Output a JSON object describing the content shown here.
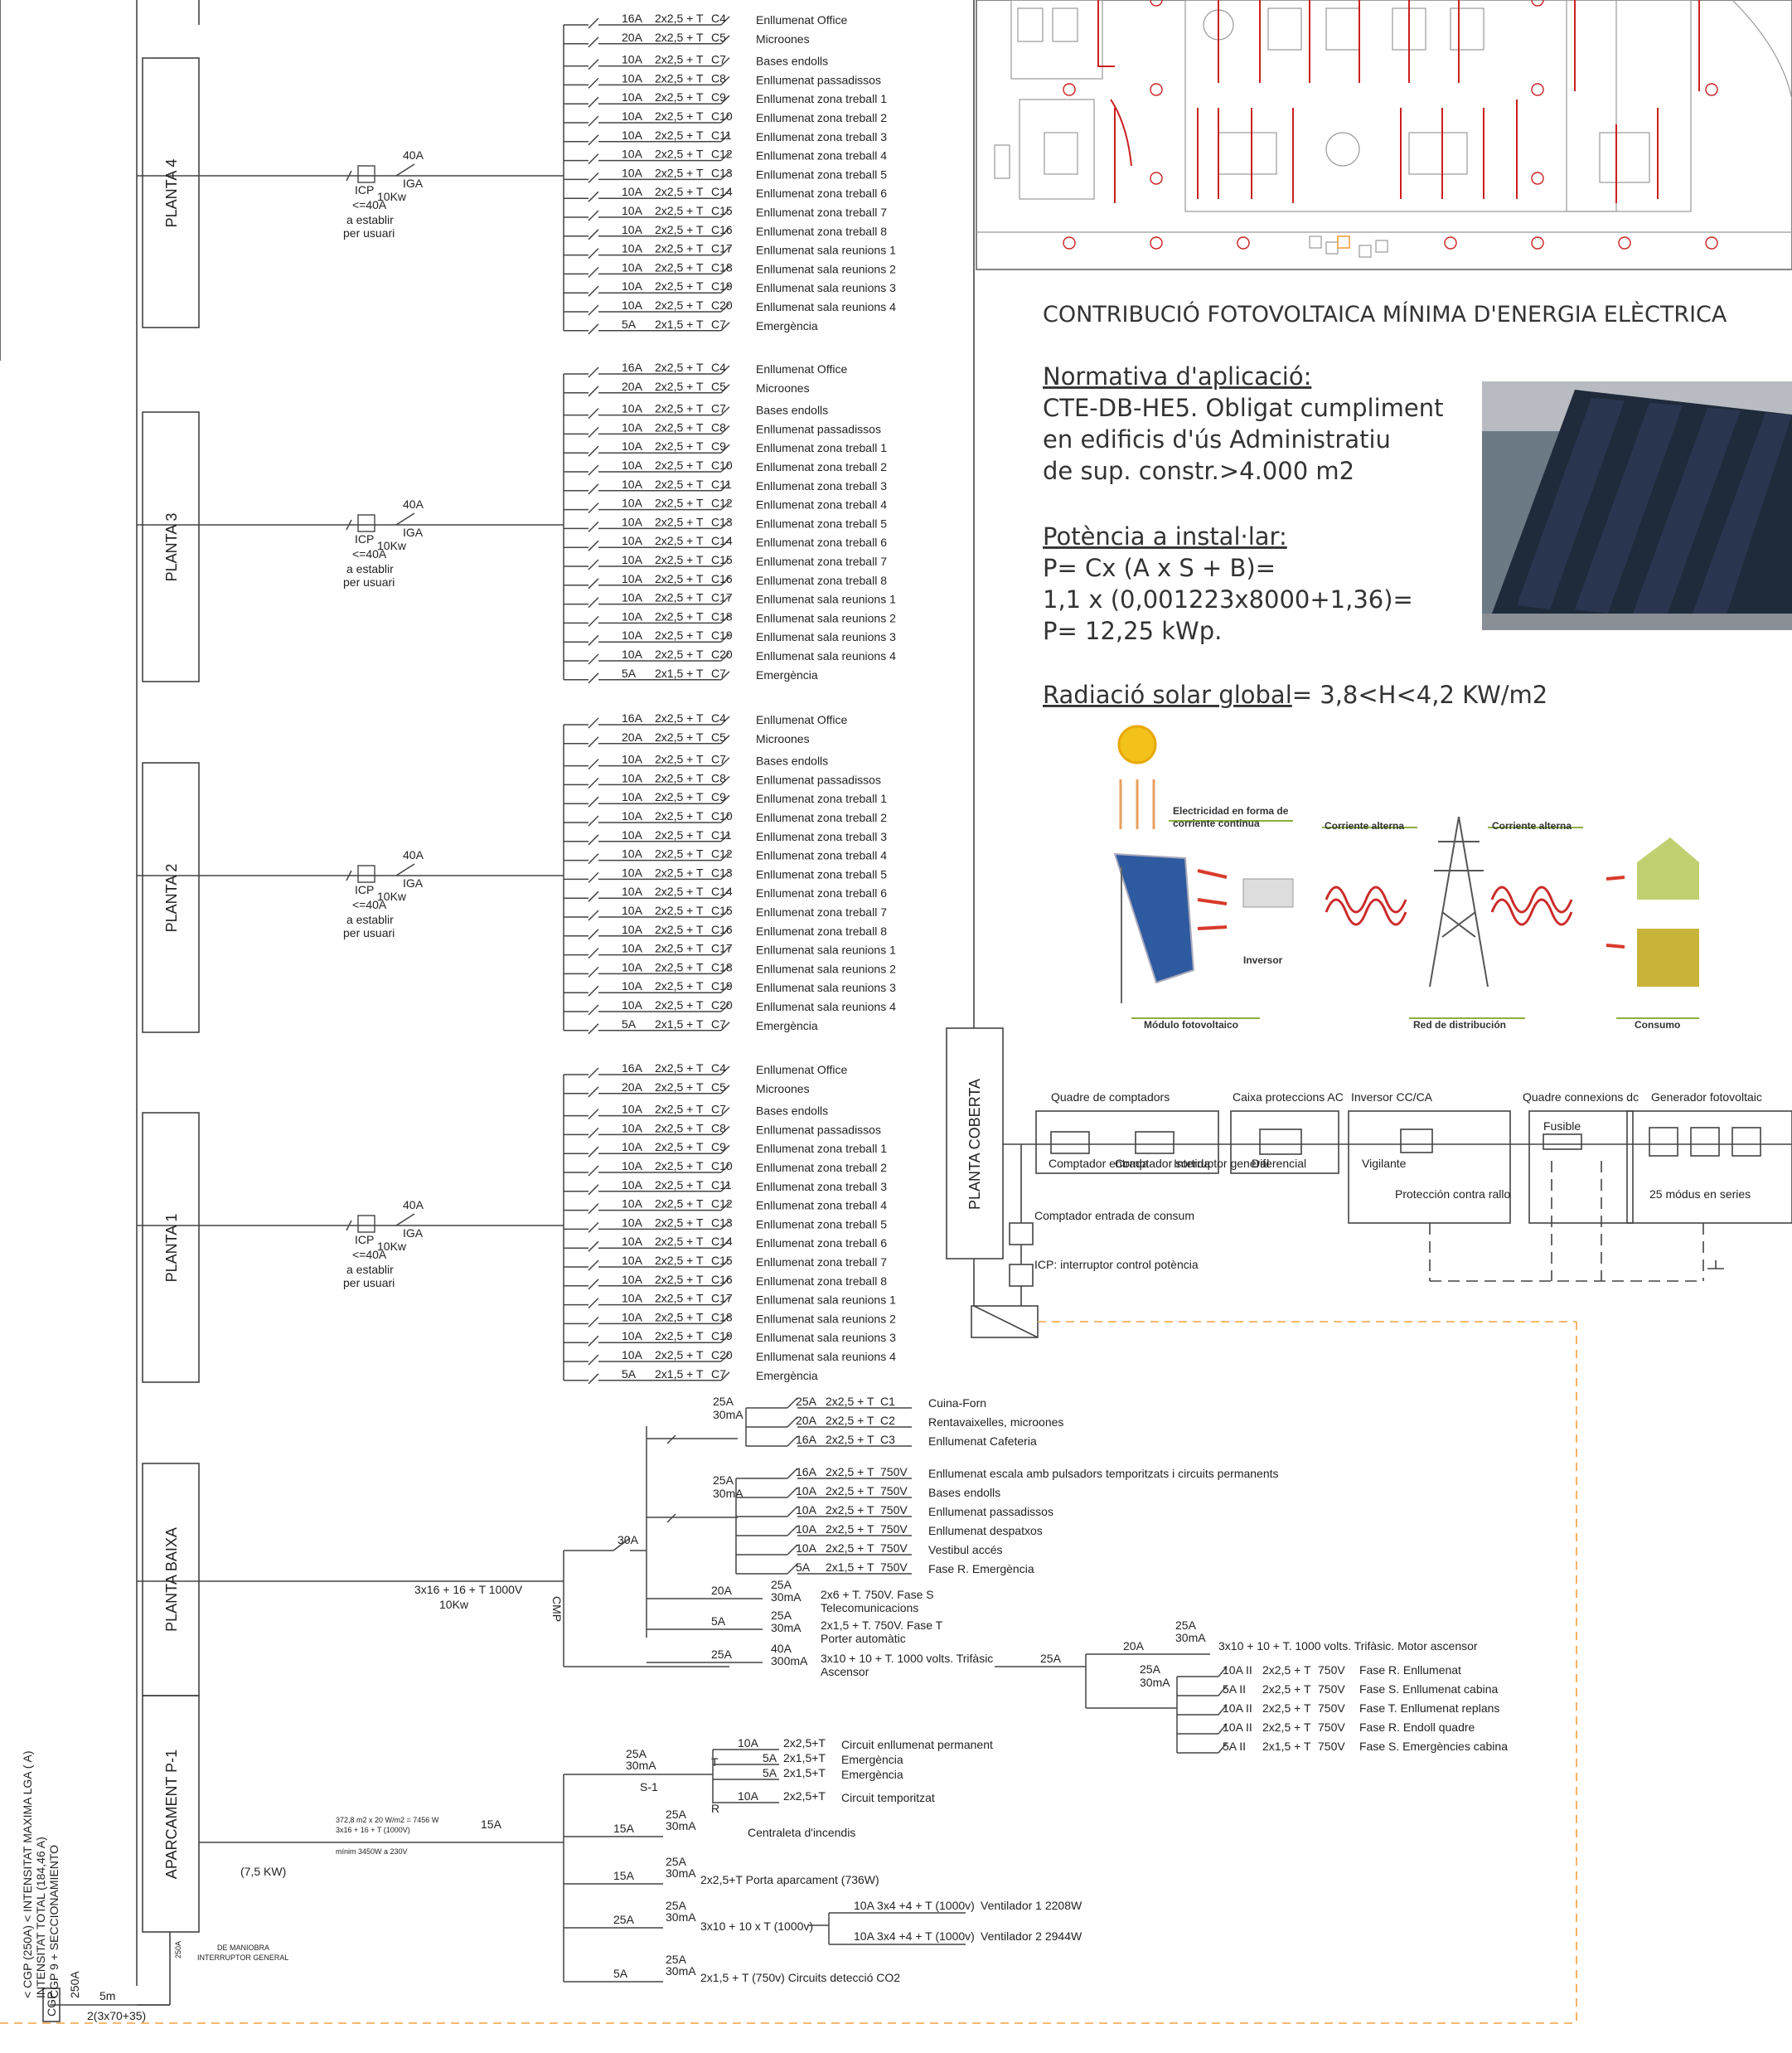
{
  "circuit_block": [
    {
      "amp": "16A",
      "cable": "2x2,5 + T",
      "code": "C4",
      "desc": "Enllumenat Office"
    },
    {
      "amp": "20A",
      "cable": "2x2,5 + T",
      "code": "C5",
      "desc": "Microones"
    },
    {
      "amp": "10A",
      "cable": "2x2,5 + T",
      "code": "C7",
      "desc": "Bases endolls"
    },
    {
      "amp": "10A",
      "cable": "2x2,5 + T",
      "code": "C8",
      "desc": "Enllumenat passadissos"
    },
    {
      "amp": "10A",
      "cable": "2x2,5 + T",
      "code": "C9",
      "desc": "Enllumenat zona treball 1"
    },
    {
      "amp": "10A",
      "cable": "2x2,5 + T",
      "code": "C10",
      "desc": "Enllumenat zona treball 2"
    },
    {
      "amp": "10A",
      "cable": "2x2,5 + T",
      "code": "C11",
      "desc": "Enllumenat zona treball 3"
    },
    {
      "amp": "10A",
      "cable": "2x2,5 + T",
      "code": "C12",
      "desc": "Enllumenat zona treball 4"
    },
    {
      "amp": "10A",
      "cable": "2x2,5 + T",
      "code": "C13",
      "desc": "Enllumenat zona treball 5"
    },
    {
      "amp": "10A",
      "cable": "2x2,5 + T",
      "code": "C14",
      "desc": "Enllumenat zona treball 6"
    },
    {
      "amp": "10A",
      "cable": "2x2,5 + T",
      "code": "C15",
      "desc": "Enllumenat zona treball 7"
    },
    {
      "amp": "10A",
      "cable": "2x2,5 + T",
      "code": "C16",
      "desc": "Enllumenat zona treball 8"
    },
    {
      "amp": "10A",
      "cable": "2x2,5 + T",
      "code": "C17",
      "desc": "Enllumenat sala reunions 1"
    },
    {
      "amp": "10A",
      "cable": "2x2,5 + T",
      "code": "C18",
      "desc": "Enllumenat sala reunions 2"
    },
    {
      "amp": "10A",
      "cable": "2x2,5 + T",
      "code": "C19",
      "desc": "Enllumenat sala reunions 3"
    },
    {
      "amp": "10A",
      "cable": "2x2,5 + T",
      "code": "C20",
      "desc": "Enllumenat sala reunions 4"
    },
    {
      "amp": "5A",
      "cable": "2x1,5 + T",
      "code": "C7",
      "desc": "Emergència"
    }
  ],
  "floor_common": {
    "igа": "40A",
    "iga": "IGA",
    "icp": "ICP",
    "icp_rating": "<=40A",
    "power": "10Kw",
    "note1": "a establir",
    "note2": "per usuari"
  },
  "floors": [
    {
      "name": "PLANTA 4"
    },
    {
      "name": "PLANTA 3"
    },
    {
      "name": "PLANTA 2"
    },
    {
      "name": "PLANTA 1"
    }
  ],
  "ground": {
    "name": "PLANTA BAIXA",
    "feeder": "3x16 + 16 + T 1000V",
    "feeder_power": "10Kw",
    "main_amp": "30A",
    "cmp": "CMP",
    "group1": {
      "amp": "25A",
      "rcd": "30mA",
      "items": [
        {
          "amp": "25A",
          "cable": "2x2,5 + T",
          "code": "C1",
          "desc": "Cuina-Forn"
        },
        {
          "amp": "20A",
          "cable": "2x2,5 + T",
          "code": "C2",
          "desc": "Rentavaixelles, microones"
        },
        {
          "amp": "16A",
          "cable": "2x2,5 + T",
          "code": "C3",
          "desc": "Enllumenat Cafeteria"
        }
      ]
    },
    "group2": {
      "amp": "25A",
      "rcd": "30mA",
      "items": [
        {
          "amp": "16A",
          "cable": "2x2,5 + T",
          "code": "750V",
          "desc": "Enllumenat escala amb pulsadors temporitzats i circuits permanents"
        },
        {
          "amp": "10A",
          "cable": "2x2,5 + T",
          "code": "750V",
          "desc": "Bases endolls"
        },
        {
          "amp": "10A",
          "cable": "2x2,5 + T",
          "code": "750V",
          "desc": "Enllumenat passadissos"
        },
        {
          "amp": "10A",
          "cable": "2x2,5 + T",
          "code": "750V",
          "desc": "Enllumenat despatxos"
        },
        {
          "amp": "10A",
          "cable": "2x2,5 + T",
          "code": "750V",
          "desc": "Vestibul accés"
        },
        {
          "amp": "5A",
          "cable": "2x1,5 + T",
          "code": "750V",
          "desc": "Fase R. Emergència"
        }
      ]
    },
    "tele": {
      "amp": "20A",
      "rcd_a": "25A",
      "rcd_b": "30mA",
      "l1": "2x6 + T. 750V. Fase S",
      "l2": "Telecomunicacions"
    },
    "porter": {
      "amp": "5A",
      "rcd_a": "25A",
      "rcd_b": "30mA",
      "l1": "2x1,5 + T. 750V. Fase T",
      "l2": "Porter automàtic"
    },
    "asc": {
      "amp": "25A",
      "rcd_a": "40A",
      "rcd_b": "300mA",
      "l1": "3x10 + 10 + T. 1000 volts. Trifàsic",
      "l2": "Ascensor",
      "out_amp": "25A"
    },
    "asc_sub": {
      "motor": {
        "amp": "20A",
        "rcd_a": "25A",
        "rcd_b": "30mA",
        "desc": "3x10 + 10 + T. 1000 volts. Trifàsic. Motor ascensor"
      },
      "cab": {
        "rcd_a": "25A",
        "rcd_b": "30mA",
        "items": [
          {
            "amp": "10A II",
            "cable": "2x2,5 + T",
            "code": "750V",
            "desc": "Fase R. Enllumenat"
          },
          {
            "amp": "5A II",
            "cable": "2x2,5 + T",
            "code": "750V",
            "desc": "Fase S. Enllumenat cabina"
          },
          {
            "amp": "10A II",
            "cable": "2x2,5 + T",
            "code": "750V",
            "desc": "Fase T. Enllumenat replans"
          },
          {
            "amp": "10A II",
            "cable": "2x2,5 + T",
            "code": "750V",
            "desc": "Fase R. Endoll quadre"
          },
          {
            "amp": "5A II",
            "cable": "2x1,5 + T",
            "code": "750V",
            "desc": "Fase S. Emergències cabina"
          }
        ]
      }
    }
  },
  "parking": {
    "name": "APARCAMENT P-1",
    "calc1": "372,8 m2 x 20 W/m2 = 7456 W",
    "calc2": "3x16 + 16 + T (1000V)",
    "calc3": "mínim 3450W a 230V",
    "power": "(7,5 KW)",
    "main_amp": "15A",
    "s1": {
      "amp": "25A",
      "rcd": "30mA",
      "label": "S-1",
      "t": "T",
      "r": "R",
      "items": [
        {
          "amp": "10A",
          "cable": "2x2,5+T",
          "desc": "Circuit enllumenat permanent"
        },
        {
          "amp": "5A",
          "cable": "2x1,5+T",
          "desc": "Emergència"
        },
        {
          "amp": "5A",
          "cable": "2x1,5+T",
          "desc": "Emergència"
        },
        {
          "amp": "10A",
          "cable": "2x2,5+T",
          "desc": "Circuit temporitzat"
        }
      ]
    },
    "incendis": {
      "amp": "15A",
      "rcd_a": "25A",
      "rcd_b": "30mA",
      "desc": "Centraleta d'incendis"
    },
    "porta": {
      "amp": "15A",
      "rcd_a": "25A",
      "rcd_b": "30mA",
      "desc": "2x2,5+T  Porta aparcament (736W)"
    },
    "vent": {
      "amp": "25A",
      "rcd_a": "25A",
      "rcd_b": "30mA",
      "cable": "3x10 + 10 x T (1000v)",
      "v1a": "10A 3x4 +4 + T (1000v)",
      "v1b": "Ventilador 1  2208W",
      "v2a": "10A 3x4 +4 + T (1000v)",
      "v2b": "Ventilador 2  2944W"
    },
    "co2": {
      "amp": "5A",
      "rcd_a": "25A",
      "rcd_b": "30mA",
      "desc": "2x1,5 + T (750v)  Circuits detecció CO2"
    }
  },
  "cgp": {
    "v1": "< CGP (250A) < INTENSITAT MAXIMA LGA (     A)",
    "v2": "INTENSITAT TOTAL (184,46  A)",
    "v3": "CGP 9 + SECCIONAMIENTO",
    "box": "CGP",
    "amp": "250A",
    "len": "5m",
    "cable": "2(3x70+35)",
    "maniobra1": "DE MANIOBRA",
    "maniobra2": "INTERRUPTOR GENERAL",
    "m_amp": "250A"
  },
  "coberta": {
    "name": "PLANTA COBERTA",
    "blocks": [
      "Quadre de comptadors",
      "Caixa proteccions AC",
      "Inversor CC/CA",
      "Quadre connexions dc",
      "Generador fotovoltaic"
    ],
    "comptador_entrada": "Comptador entrada",
    "comptador_sortida": "Comptador sortida",
    "interruptor_general": "Interruptor general",
    "diferencial": "Diferencial",
    "vigilante": "Vigilante",
    "proteccion": "Protección contra rallo",
    "fusible": "Fusible",
    "moduls": "25 módus en series",
    "comptador_consum": "Comptador entrada de consum",
    "icp": "ICP: interruptor control potència"
  },
  "pv": {
    "title": "CONTRIBUCIÓ FOTOVOLTAICA  MÍNIMA D'ENERGIA ELÈCTRICA",
    "norm_head": "Normativa d'aplicació:",
    "norm1": "CTE-DB-HE5. Obligat cumpliment",
    "norm2": " en edificis d'ús Administratiu",
    "norm3": "de sup. constr.>4.000 m2",
    "pot_head": "Potència a instal·lar:",
    "pot1": "P= Cx (A x S + B)=",
    "pot2": "1,1 x (0,001223x8000+1,36)=",
    "pot3": "P= 12,25 kWp.",
    "rad_u": "Radiació solar global",
    "rad_rest": "= 3,8<H<4,2 KW/m2"
  },
  "pv_diagram": {
    "elec1": "Electricidad en forma de",
    "elec2": "corriente continua",
    "ca1": "Corriente alterna",
    "ca2": "Corriente alterna",
    "inversor": "Inversor",
    "modulo": "Módulo fotovoltaico",
    "red": "Red de distribución",
    "consumo": "Consumo"
  },
  "colors": {
    "wire": "#444444",
    "plan_red": "#cc1f1f",
    "panel": "#2e4a7a",
    "sun": "#f2c21b",
    "arrow": "#d93a2b",
    "dash": "#f0a040"
  }
}
